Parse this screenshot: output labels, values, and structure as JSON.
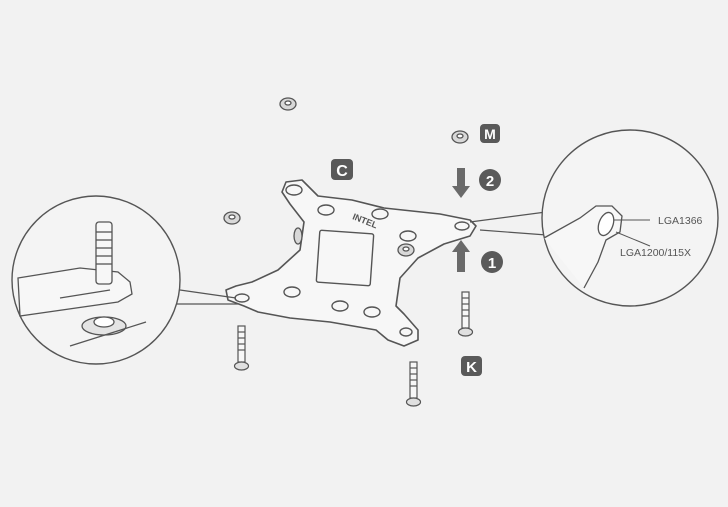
{
  "labels": {
    "bracket": "C",
    "nut": "M",
    "screw": "K"
  },
  "steps": {
    "push_up": "1",
    "push_down": "2"
  },
  "plate_text": "INTEL",
  "callout": {
    "socket_a": "LGA1366",
    "socket_b": "LGA1200/115X"
  },
  "colors": {
    "background": "#f2f2f2",
    "line": "#555555",
    "badge": "#5a5a5a"
  }
}
